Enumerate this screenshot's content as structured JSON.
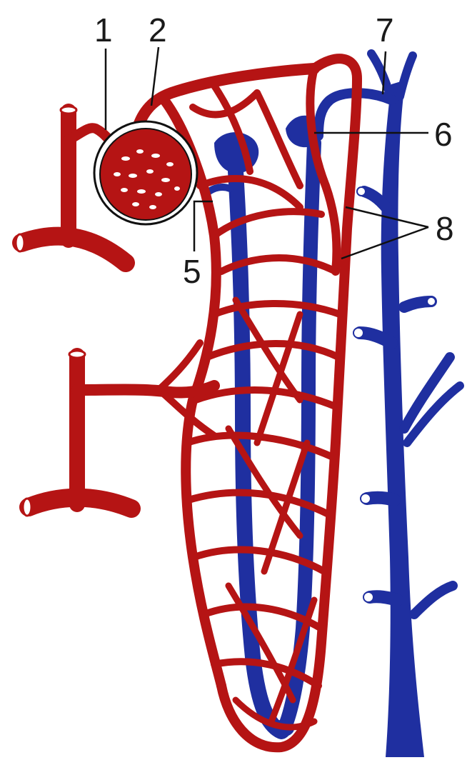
{
  "colors": {
    "artery": "#b51414",
    "vein": "#1f2fa0",
    "outline": "#111111",
    "glomerulus_spots": "#ffffff",
    "background": "#ffffff"
  },
  "labels": {
    "l1": "1",
    "l2": "2",
    "l5": "5",
    "l6": "6",
    "l7": "7",
    "l8": "8"
  }
}
